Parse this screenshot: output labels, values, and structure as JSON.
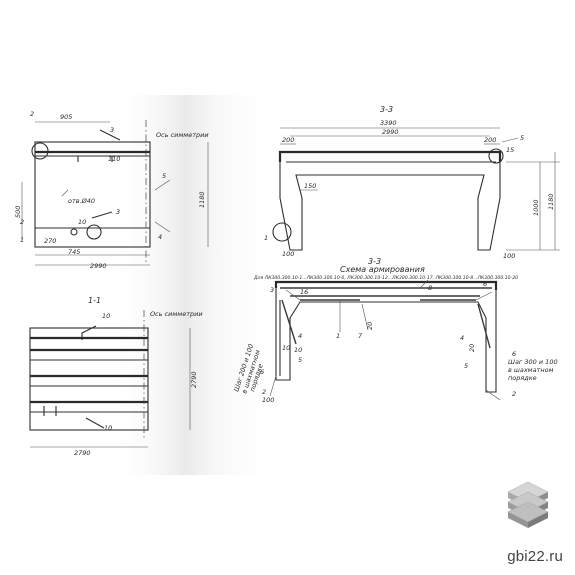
{
  "labels": {
    "axis_symmetry": "Ось симметрии",
    "hole": "отв.Ø40",
    "section_33": "3-3",
    "section_11": "1-1",
    "scheme_title": "Схема армирования",
    "scheme_subtitle": "Для ЛК300.300.10-1...ЛК300.300.10-6, ЛК300.300.10-12...ЛК300.300.10-17, ЛК300.300.10-8...ЛК300.300.10-20",
    "step_left": [
      "Шаг 200 и 100",
      "в шахматном",
      "порядке"
    ],
    "step_right": [
      "Шаг 300 и 100",
      "в шахматном",
      "порядке"
    ]
  },
  "dimensions": {
    "d905": "905",
    "d270": "270",
    "d745": "745",
    "d2990": "2990",
    "d1180": "1180",
    "d500": "500",
    "d110": "110",
    "d3390": "3390",
    "d2990b": "2990",
    "d200": "200",
    "d200r": "200",
    "d150": "150",
    "d100": "100",
    "d100r": "100",
    "d1000": "1000",
    "d1180r": "1180",
    "d2790": "2790",
    "d2790v": "2790",
    "d10": "10",
    "d10b": "10",
    "d20": "20",
    "d100c": "100",
    "d20b": "20"
  },
  "markers": {
    "m2": "2",
    "m2b": "2",
    "m2c": "2",
    "m2d": "2",
    "m3": "3",
    "m3b": "3",
    "m3c": "3",
    "m4": "4",
    "m4b": "4",
    "m4c": "4",
    "m5": "5",
    "m5b": "5",
    "m5c": "5",
    "m6": "6",
    "m6b": "6",
    "m7": "7",
    "m8": "8",
    "m1": "1",
    "m1b": "1",
    "m1c": "1",
    "m10": "10",
    "m10b": "10",
    "m15": "15",
    "m16": "16"
  },
  "watermark": "gbi22.ru"
}
